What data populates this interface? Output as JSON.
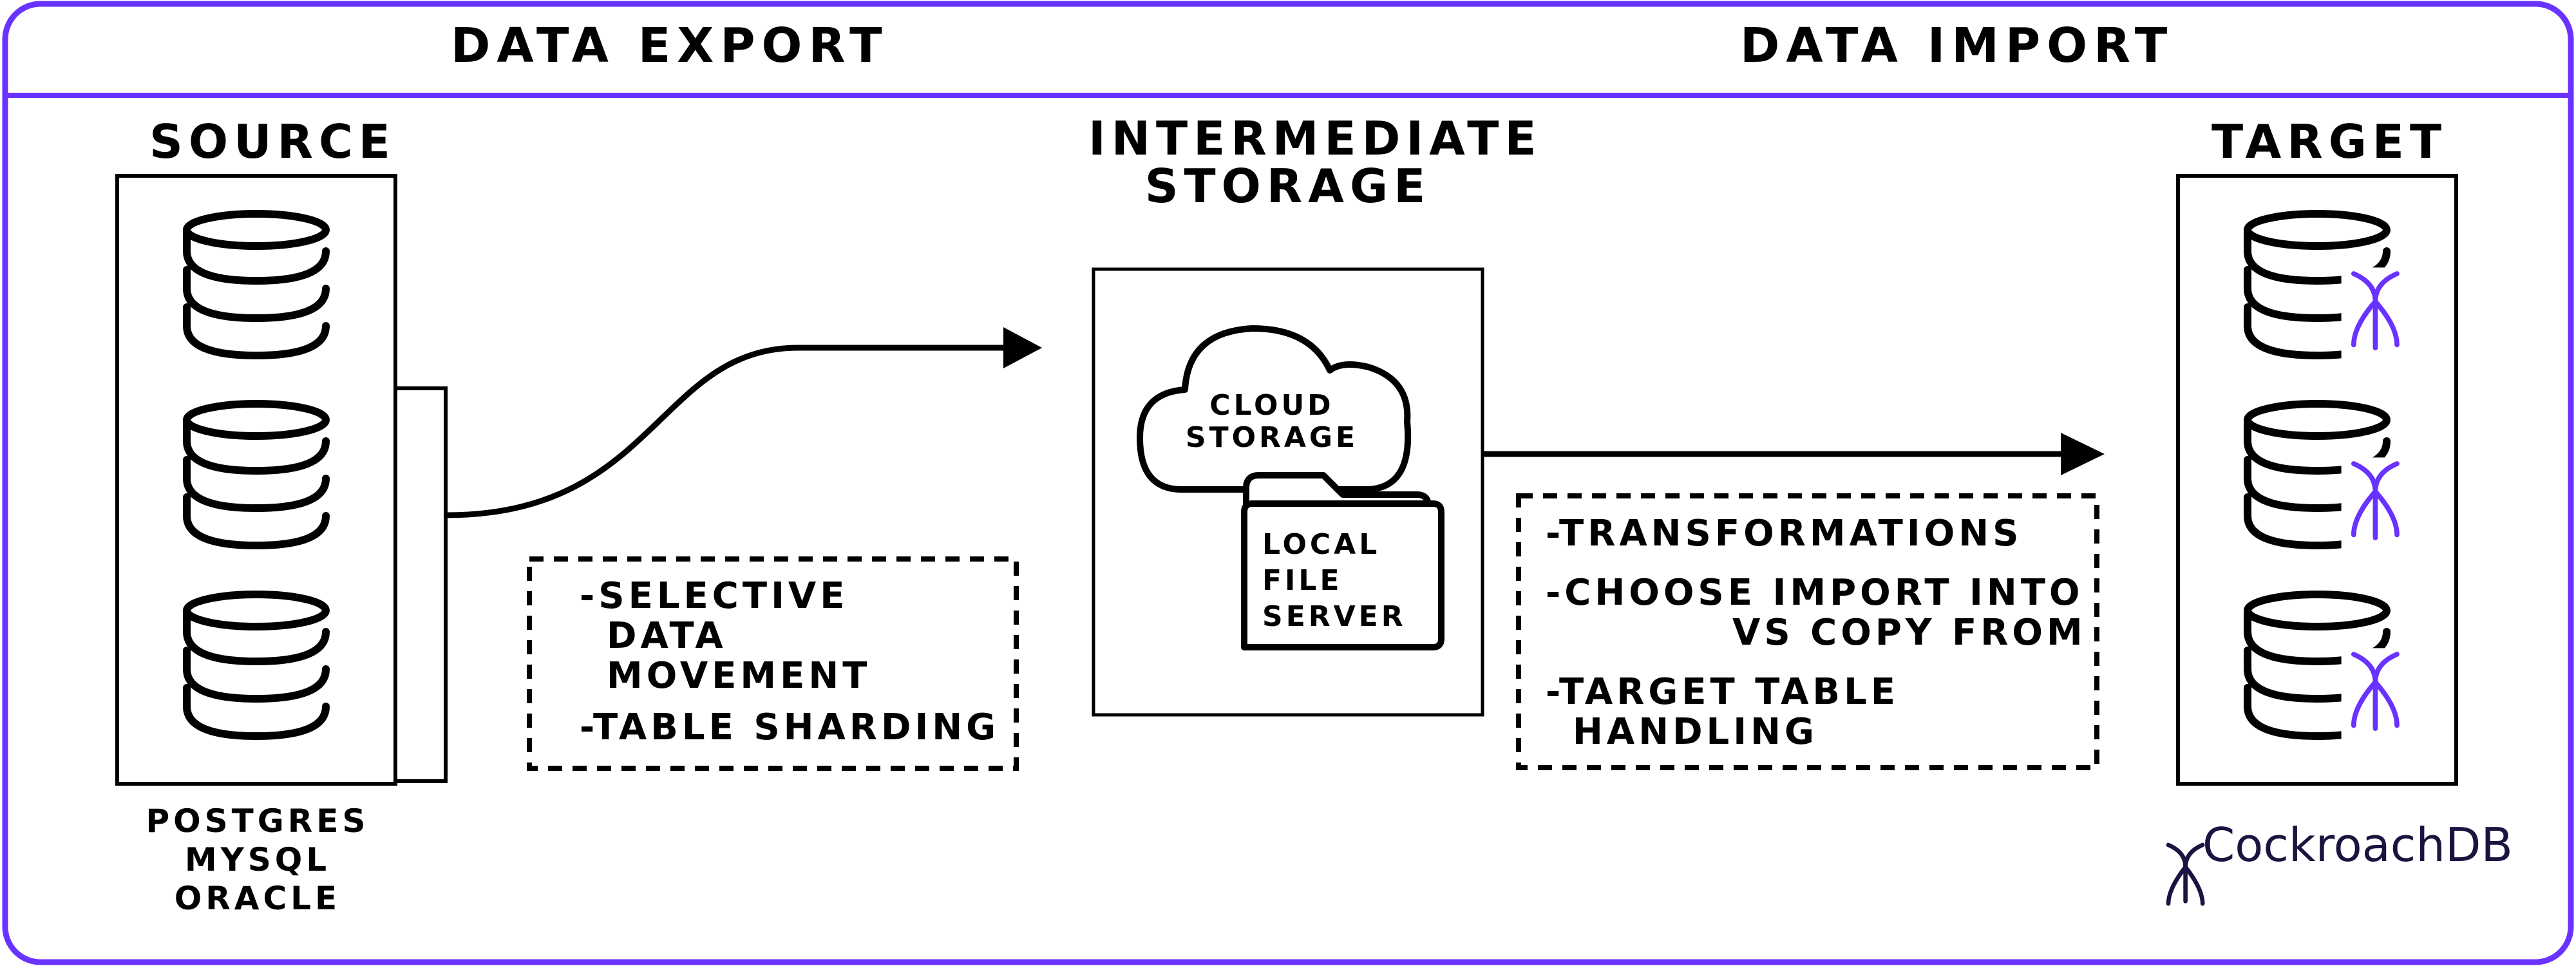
{
  "export_header": "DATA EXPORT",
  "import_header": "DATA IMPORT",
  "source": {
    "title": "SOURCE",
    "databases": [
      "POSTGRES",
      "MYSQL",
      "ORACLE"
    ]
  },
  "intermediate": {
    "title_line1": "INTERMEDIATE",
    "title_line2": "STORAGE",
    "cloud_line1": "CLOUD",
    "cloud_line2": "STORAGE",
    "folder_line1": "LOCAL",
    "folder_line2": "FILE",
    "folder_line3": "SERVER"
  },
  "export_notes": {
    "item1_line1": "-SELECTIVE",
    "item1_line2": "DATA",
    "item1_line3": "MOVEMENT",
    "item2": "-TABLE SHARDING"
  },
  "import_notes": {
    "item1": "-TRANSFORMATIONS",
    "item2_line1": "-CHOOSE IMPORT INTO",
    "item2_line2": "VS COPY FROM",
    "item3_line1": "-TARGET TABLE",
    "item3_line2": "HANDLING"
  },
  "target": {
    "title": "TARGET"
  },
  "brand": {
    "name": "CockroachDB",
    "color": "#6933ff"
  },
  "colors": {
    "frame": "#6933ff",
    "ink": "#000000",
    "accent": "#6933ff"
  }
}
